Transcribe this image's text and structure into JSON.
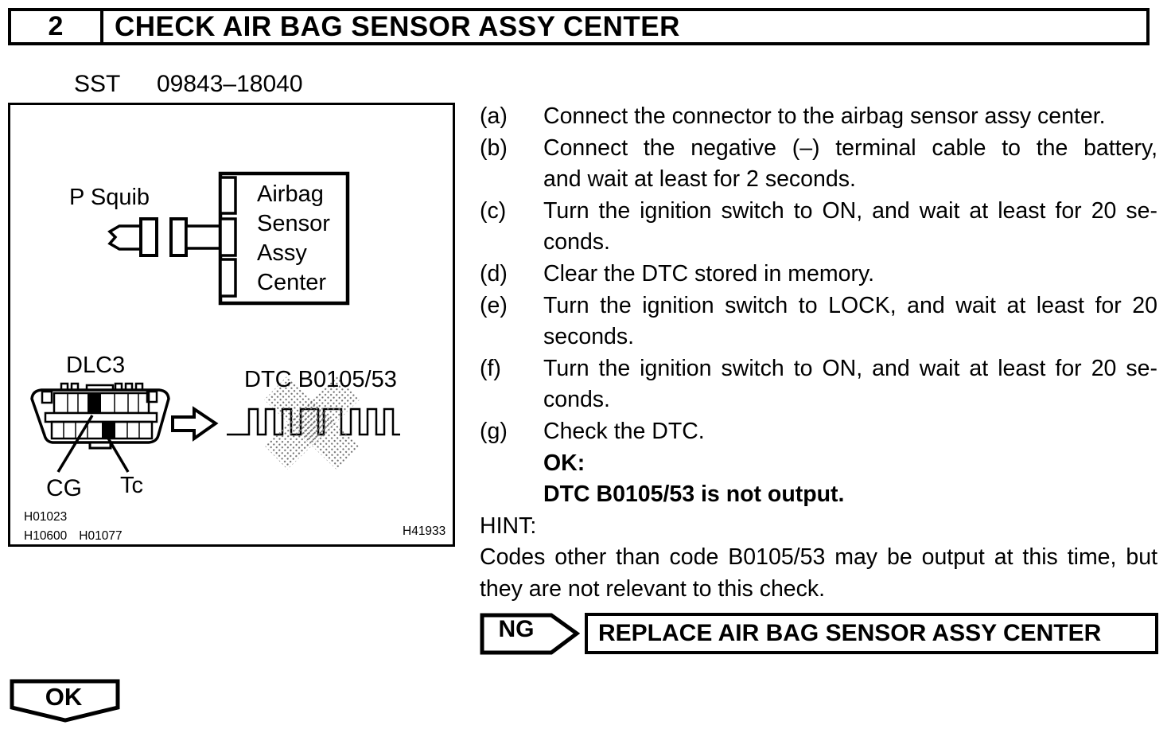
{
  "header": {
    "step_number": "2",
    "title": "CHECK AIR BAG SENSOR ASSY CENTER"
  },
  "sst": {
    "label": "SST",
    "value": "09843–18040"
  },
  "figure": {
    "p_squib_label": "P Squib",
    "sensor_box_lines": [
      "Airbag",
      "Sensor",
      "Assy",
      "Center"
    ],
    "dlc3_label": "DLC3",
    "dtc_label": "DTC B0105/53",
    "cg_label": "CG",
    "tc_label": "Tc",
    "ref_code_1": "H01023",
    "ref_code_2": "H10600",
    "ref_code_3": "H01077",
    "ref_code_4": "H41933"
  },
  "steps": [
    {
      "label": "(a)",
      "line1": "Connect the connector to the airbag sensor assy center."
    },
    {
      "label": "(b)",
      "line1": "Connect the negative (–) terminal cable to the battery,",
      "line2": "and wait at least for 2 seconds."
    },
    {
      "label": "(c)",
      "line1": "Turn the ignition switch to ON, and wait at least for 20 se-",
      "line2": "conds."
    },
    {
      "label": "(d)",
      "line1": "Clear the DTC stored in memory."
    },
    {
      "label": "(e)",
      "line1": "Turn the ignition switch to LOCK, and wait at least for 20",
      "line2": "seconds."
    },
    {
      "label": "(f)",
      "line1": "Turn the ignition switch to ON, and wait at least for 20 se-",
      "line2": "conds."
    },
    {
      "label": "(g)",
      "line1": "Check the DTC."
    }
  ],
  "result": {
    "ok_heading": "OK:",
    "ok_condition": "DTC B0105/53 is not output."
  },
  "hint": {
    "label": "HINT:",
    "line1": "Codes other than code B0105/53 may be output at this time, but",
    "line2": "they are not relevant to this check."
  },
  "ng": {
    "label": "NG",
    "action": "REPLACE AIR BAG SENSOR ASSY CENTER"
  },
  "ok": {
    "label": "OK"
  },
  "colors": {
    "ink": "#000000",
    "paper": "#ffffff",
    "stipple": "#6f6f6f"
  }
}
